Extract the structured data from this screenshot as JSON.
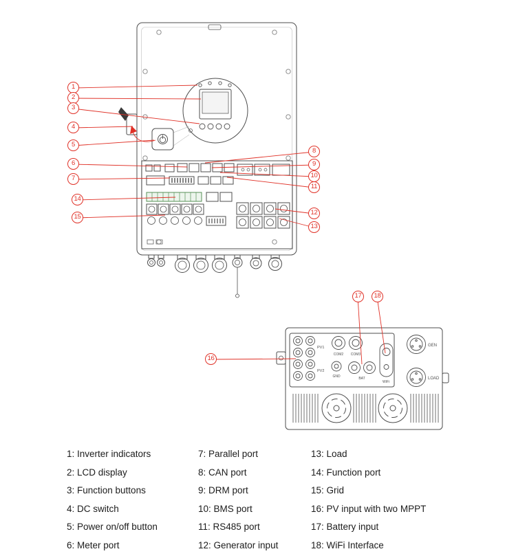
{
  "callouts": [
    "1",
    "2",
    "3",
    "4",
    "5",
    "6",
    "7",
    "8",
    "9",
    "10",
    "11",
    "12",
    "13",
    "14",
    "15",
    "16",
    "17",
    "18"
  ],
  "ports": {
    "com2": "COM2",
    "com3": "COM3",
    "gnd": "GND",
    "bat": "BAT",
    "wifi": "WiFi",
    "gen": "GEN",
    "load": "LOAD",
    "pv1": "PV1",
    "pv2": "PV2"
  },
  "legend": {
    "col1": [
      "1: Inverter indicators",
      "2: LCD display",
      "3: Function buttons",
      "4: DC switch",
      "5: Power on/off button",
      "6: Meter port"
    ],
    "col2": [
      "7: Parallel port",
      "8: CAN port",
      "9: DRM port",
      "10: BMS port",
      "11: RS485 port",
      "12: Generator input"
    ],
    "col3": [
      "13: Load",
      "14: Function port",
      "15: Grid",
      "16: PV input with two MPPT",
      "17: Battery input",
      "18: WiFi Interface"
    ]
  },
  "colors": {
    "callout": "#e03127",
    "line": "#4d4d4d"
  }
}
